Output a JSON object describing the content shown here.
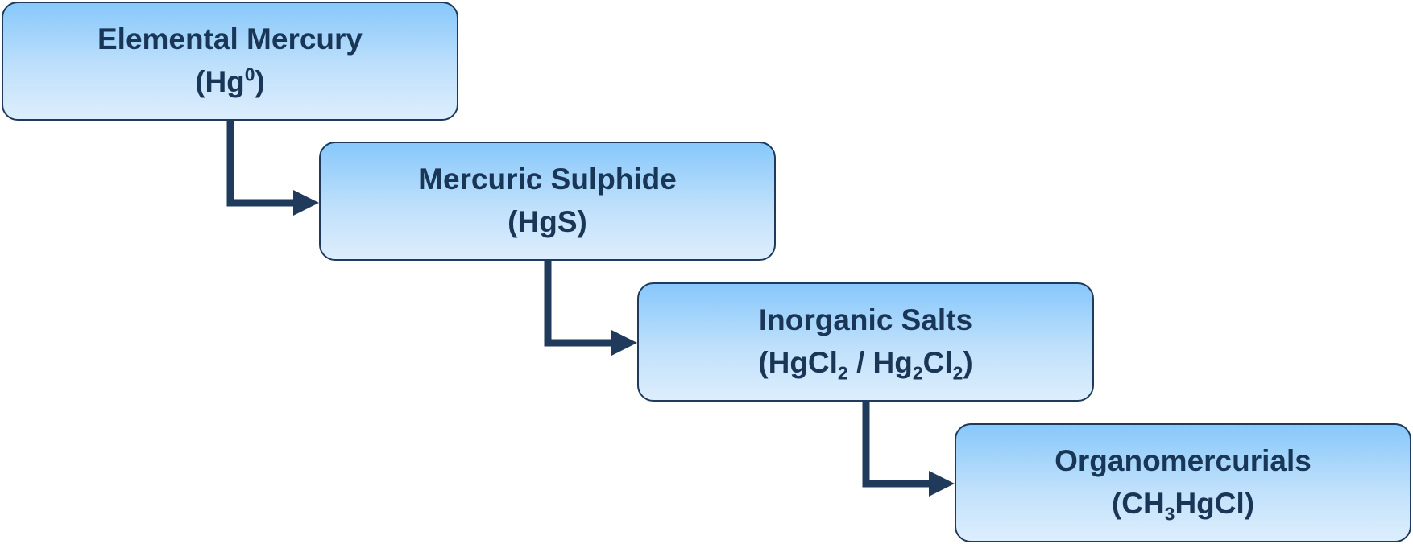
{
  "diagram": {
    "colors": {
      "box_top": "#87c8fb",
      "box_bottom": "#ddeefd",
      "border": "#1f3a5a",
      "text": "#1a3657",
      "arrow": "#1f3a5a"
    },
    "nodes": [
      {
        "id": "elemental-mercury",
        "title": "Elemental Mercury",
        "formula": {
          "open": "(",
          "parts": [
            {
              "text": "Hg",
              "style": "normal"
            },
            {
              "text": "0",
              "style": "sup"
            }
          ],
          "close": ")"
        }
      },
      {
        "id": "mercuric-sulphide",
        "title": "Mercuric Sulphide",
        "formula": {
          "open": "(",
          "parts": [
            {
              "text": "HgS",
              "style": "normal"
            }
          ],
          "close": ")"
        }
      },
      {
        "id": "inorganic-salts",
        "title": "Inorganic Salts",
        "formula": {
          "open": "(",
          "parts": [
            {
              "text": "HgCl",
              "style": "normal"
            },
            {
              "text": "2",
              "style": "sub"
            },
            {
              "text": " / Hg",
              "style": "normal"
            },
            {
              "text": "2",
              "style": "sub"
            },
            {
              "text": "Cl",
              "style": "normal"
            },
            {
              "text": "2",
              "style": "sub"
            }
          ],
          "close": ")"
        }
      },
      {
        "id": "organomercurials",
        "title": "Organomercurials",
        "formula": {
          "open": "(",
          "parts": [
            {
              "text": "CH",
              "style": "normal"
            },
            {
              "text": "3",
              "style": "sub"
            },
            {
              "text": "HgCl",
              "style": "normal"
            }
          ],
          "close": ")"
        }
      }
    ],
    "edges": [
      {
        "from": "elemental-mercury",
        "to": "mercuric-sulphide"
      },
      {
        "from": "mercuric-sulphide",
        "to": "inorganic-salts"
      },
      {
        "from": "inorganic-salts",
        "to": "organomercurials"
      }
    ]
  }
}
